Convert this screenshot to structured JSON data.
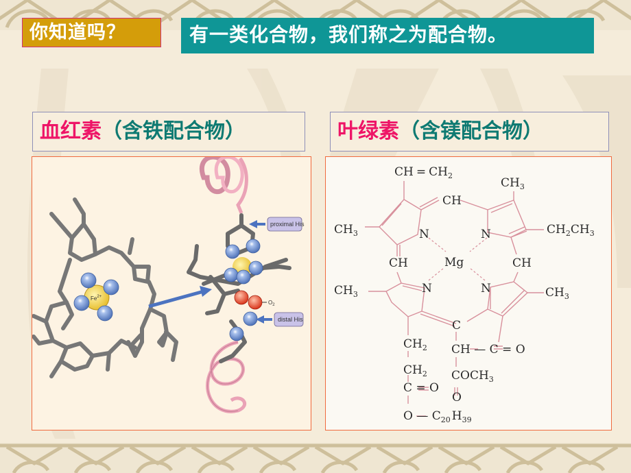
{
  "slide": {
    "tag": "你知道吗？",
    "headline": "有一类化合物，我们称之为配合物。",
    "colors": {
      "tag_bg": "#d49d0a",
      "headline_bg": "#0f9696",
      "caption_name": "#ee1567",
      "caption_desc": "#0e7a72",
      "panel_border": "#f06a3e"
    }
  },
  "left": {
    "caption_name": "血红素",
    "caption_desc": "（含铁配合物）",
    "figure": {
      "metal_label": "Fe",
      "metal_charge": "2+",
      "proximal_label": "proximal His",
      "distal_label": "distal His",
      "o2_label": "O",
      "o2_sub": "2"
    }
  },
  "right": {
    "caption_name": "叶绿素",
    "caption_desc": "（含镁配合物）",
    "figure": {
      "center": "Mg",
      "n": "N",
      "vinyl_left": "CH",
      "vinyl_eq": "=",
      "vinyl_right": "CH",
      "vinyl_right_sub": "2",
      "top_ch": "CH",
      "left_ch": "CH",
      "right_ch": "CH",
      "ch3": "CH",
      "ch3_sub": "3",
      "ethyl": "CH",
      "ethyl_sub1": "2",
      "ethyl_mid": "CH",
      "ethyl_sub2": "3",
      "c": "C",
      "ch2": "CH",
      "ch2_sub": "2",
      "ch_ring": "CH — C = O",
      "coch3": "COCH",
      "coch3_sub": "3",
      "o": "O",
      "c_eq_o": "C = O",
      "ester_o": "O — C",
      "ester_sub1": "20",
      "ester_h": "H",
      "ester_sub2": "39"
    }
  }
}
